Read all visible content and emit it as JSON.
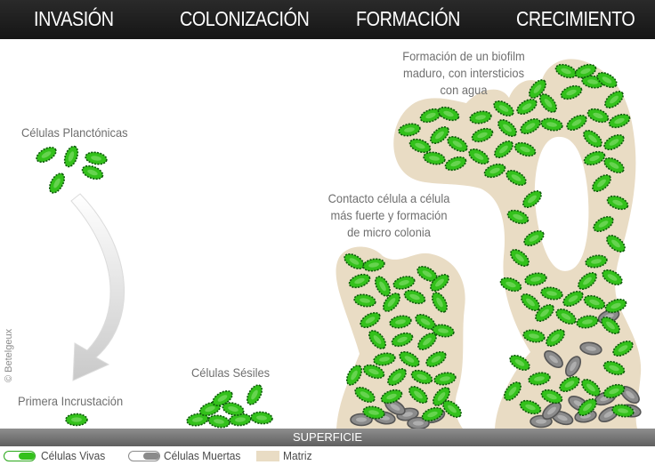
{
  "stages": [
    "INVASIÓN",
    "COLONIZACIÓN",
    "FORMACIÓN",
    "CRECIMIENTO"
  ],
  "labels": {
    "planktonic": "Células Planctónicas",
    "first_attachment": "Primera Incrustación",
    "sessile": "Células Sésiles",
    "contact_lines": [
      "Contacto célula a célula",
      "más fuerte y formación",
      "de micro colonia"
    ],
    "mature_lines": [
      "Formación de un biofilm",
      "maduro, con intersticios",
      "con agua"
    ]
  },
  "surface_label": "SUPERFICIE",
  "legend": {
    "live": "Células Vivas",
    "dead": "Células Muertas",
    "matrix": "Matriz"
  },
  "credit": "© Betelgeux",
  "colors": {
    "live_cell": "#33c11b",
    "live_cell_outline": "#0d5a0a",
    "dead_cell": "#8b8b8b",
    "matrix": "#e9dcc4",
    "header": "#1e1e1e",
    "surface": "#7a7a7a"
  }
}
